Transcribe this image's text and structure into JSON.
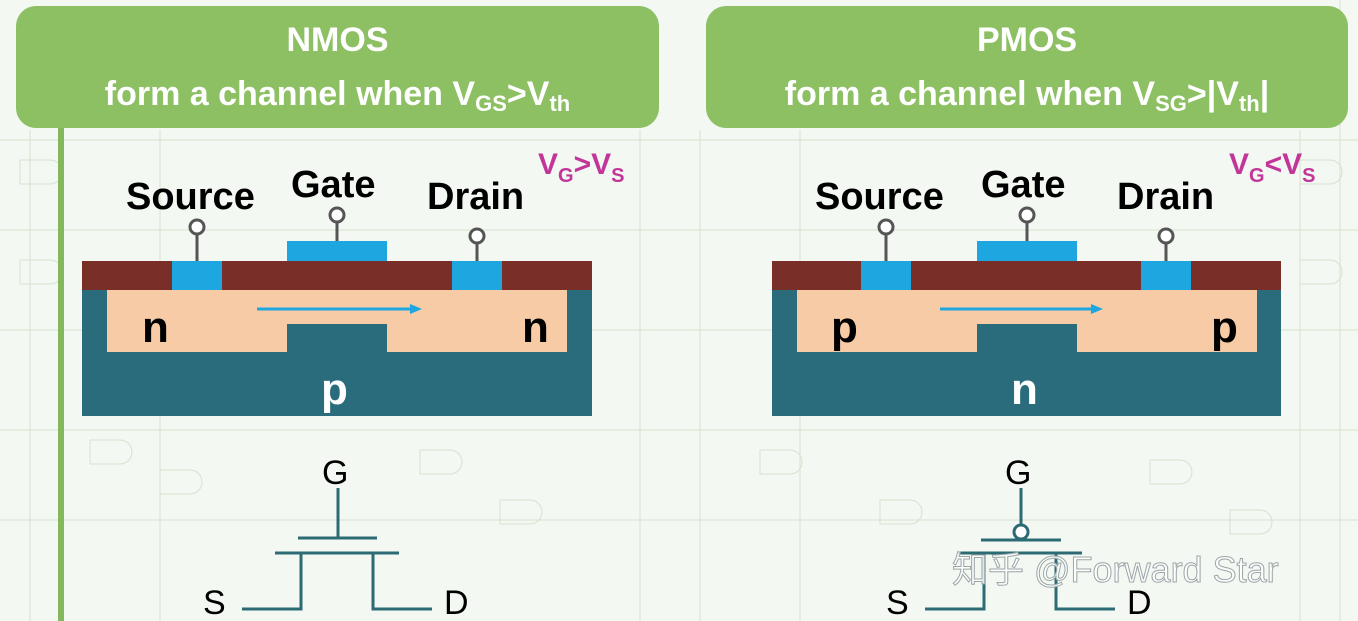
{
  "nmos": {
    "title": "NMOS",
    "condition_prefix": "form a channel when V",
    "condition_sub1": "GS",
    "condition_mid": ">V",
    "condition_sub2": "th",
    "condition_suffix": "",
    "bias": {
      "v1": "V",
      "s1": "G",
      "op": ">",
      "v2": "V",
      "s2": "S"
    },
    "source_label": "Source",
    "gate_label": "Gate",
    "drain_label": "Drain",
    "well_left": "n",
    "well_right": "n",
    "substrate": "p",
    "symbol": {
      "g": "G",
      "s": "S",
      "d": "D"
    }
  },
  "pmos": {
    "title": "PMOS",
    "condition_prefix": "form a channel when V",
    "condition_sub1": "SG",
    "condition_mid": ">|V",
    "condition_sub2": "th",
    "condition_suffix": "|",
    "bias": {
      "v1": "V",
      "s1": "G",
      "op": "<",
      "v2": "V",
      "s2": "S"
    },
    "source_label": "Source",
    "gate_label": "Gate",
    "drain_label": "Drain",
    "well_left": "p",
    "well_right": "p",
    "substrate": "n",
    "symbol": {
      "g": "G",
      "s": "S",
      "d": "D"
    }
  },
  "watermark": "知乎 @Forward Star",
  "colors": {
    "header_green": "#8cc063",
    "oxide": "#7a2e28",
    "contact": "#1ea6e0",
    "well": "#f7cba6",
    "substrate": "#2a6b7c",
    "bias_text": "#c2369a",
    "symbol_line": "#2d6b74"
  }
}
